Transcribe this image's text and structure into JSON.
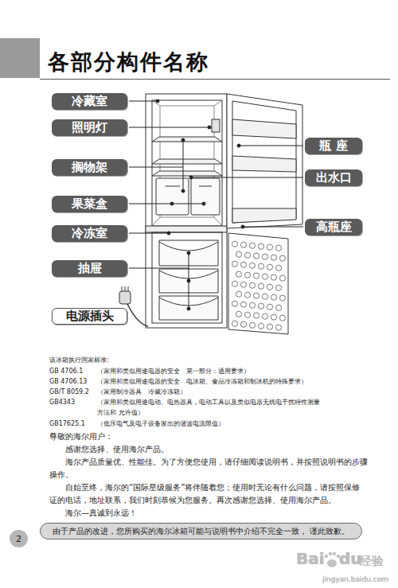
{
  "diagram": {
    "title": "各部分构件名称",
    "nodes": [
      {
        "text": [
          "冷藏室"
        ]
      },
      {
        "text": [
          "照明灯"
        ]
      },
      {
        "text": [
          "搁物架"
        ]
      },
      {
        "text": [
          "果菜盒"
        ]
      },
      {
        "text": [
          "冷冻室"
        ]
      },
      {
        "text": [
          "抽屉"
        ]
      },
      {
        "text": [
          "电源插头"
        ]
      },
      {
        "text": [
          "瓶 座"
        ]
      },
      {
        "text": [
          "出水口"
        ]
      },
      {
        "text": [
          "高瓶座"
        ]
      },
      {
        "text": [
          "由于产品的改进，您所购买的海尔冰箱可能与说明书中介绍不完全一致， 谨此致歉。"
        ]
      },
      {
        "text": [
          "2"
        ]
      }
    ],
    "labels": [
      "该冰箱执行国家标准:",
      "GB 4706.1",
      "（家用和类似用途电器的安全　第一部分：通用要求）",
      "GB 4706.13",
      "（家用和类似用途电器的安全　电冰箱、食品冷冻箱和制冰机的特殊要求）",
      "GB/T 8059.2",
      "（家用制冷器具　冷藏冷冻箱）",
      "GB4343",
      "（家用和类似用途电动、电热器具，电动工具以及类似电器无线电干扰特性测量方法和 允许值）",
      "GB17625.1",
      "（低压电气及电子设备发出的谐波电流限值）",
      "尊敬的海尔用户：",
      "感谢您选择、使用海尔产品。",
      "海尔产品质量优、性能佳。为了方便您使用，请仔细阅读说明书，并按照说明书的步骤操作。",
      "自始至终，海尔的“国际星级服务”将伴随着您；使用时无论有什么问题，请按照保修证的电话，地址联系，我们时刻恭候为您服务。再次感谢您选择、使用海尔产品。",
      "海尔—真诚到永远！",
      "Bai",
      "du",
      "经验",
      "jingyan.baidu.com"
    ]
  }
}
